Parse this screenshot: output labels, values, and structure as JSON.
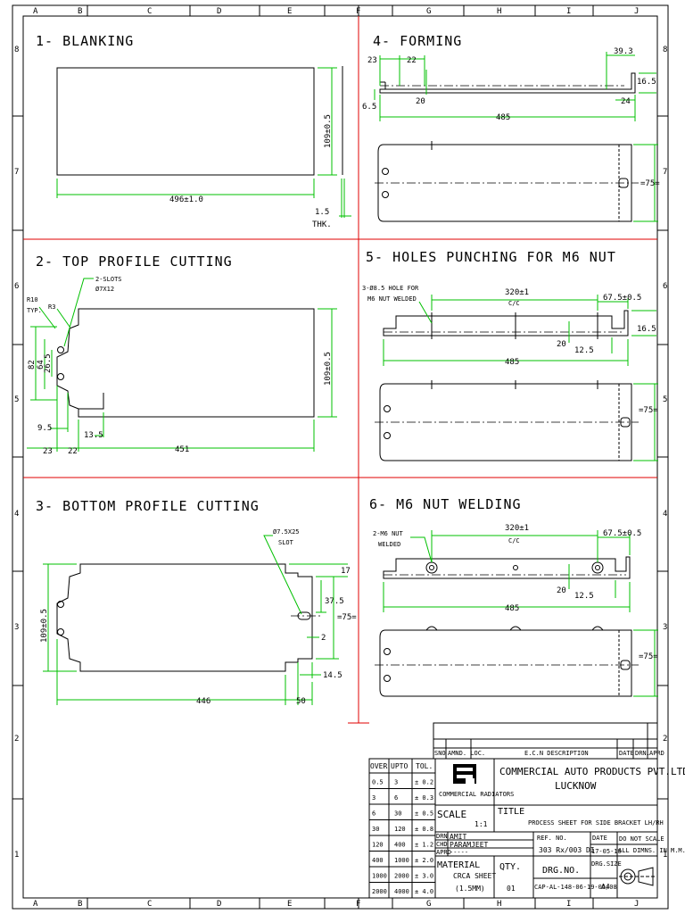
{
  "border": {
    "columns": [
      "A",
      "B",
      "C",
      "D",
      "E",
      "F",
      "G",
      "H",
      "I",
      "J"
    ],
    "rows": [
      "8",
      "7",
      "6",
      "5",
      "4",
      "3",
      "2",
      "1"
    ]
  },
  "steps": [
    {
      "title": "1- BLANKING"
    },
    {
      "title": "2- TOP PROFILE CUTTING"
    },
    {
      "title": "3- BOTTOM PROFILE CUTTING"
    },
    {
      "title": "4- FORMING"
    },
    {
      "title": "5- HOLES PUNCHING FOR M6 NUT"
    },
    {
      "title": "6- M6 NUT WELDING"
    }
  ],
  "blanking": {
    "length": "496±1.0",
    "width": "109±0.5",
    "thk": "1.5",
    "thk_label": "THK."
  },
  "top_profile": {
    "note1": "2-SLOTS",
    "note2": "Ø7X12",
    "r10": "R10",
    "typ": "TYP.",
    "r3": "R3",
    "width": "109±0.5",
    "d82": "82",
    "d64": "64",
    "d26": "26.5",
    "d9": "9.5",
    "d13": "13.5",
    "d23": "23",
    "d22": "22",
    "d451": "451"
  },
  "bottom_profile": {
    "note1": "Ø7.5X25",
    "note2": "SLOT",
    "width": "109±0.5",
    "d17": "17",
    "d37": "37.5",
    "d75": "=75=",
    "d2": "2",
    "d14": "14.5",
    "d446": "446",
    "d50": "50"
  },
  "forming": {
    "d23": "23",
    "d22": "22",
    "d6": "6.5",
    "d20": "20",
    "d39": "39.3",
    "d16": "16.5",
    "d24": "24",
    "d485": "485",
    "d75": "=75="
  },
  "holes": {
    "note1": "3-Ø8.5 HOLE FOR",
    "note2": "M6 NUT WELDED",
    "d320": "320±1",
    "cc": "C/C",
    "d67": "67.5±0.5",
    "d16": "16.5",
    "d20": "20",
    "d12": "12.5",
    "d485": "485",
    "d75": "=75="
  },
  "welding": {
    "note1": "2-M6 NUT",
    "note2": "WELDED",
    "d320": "320±1",
    "cc": "C/C",
    "d67": "67.5±0.5",
    "d20": "20",
    "d12": "12.5",
    "d485": "485",
    "d75": "=75="
  },
  "title_block": {
    "rev_headers": [
      "SNO",
      "AMND. LOC.",
      "E.C.N DESCRIPTION",
      "DATE",
      "DRN.",
      "APRD"
    ],
    "tol_headers": [
      "OVER",
      "UPTO",
      "TOL."
    ],
    "tol_rows": [
      [
        "0.5",
        "3",
        "± 0.2"
      ],
      [
        "3",
        "6",
        "± 0.3"
      ],
      [
        "6",
        "30",
        "± 0.5"
      ],
      [
        "30",
        "120",
        "± 0.8"
      ],
      [
        "120",
        "400",
        "± 1.2"
      ],
      [
        "400",
        "1000",
        "± 2.0"
      ],
      [
        "1000",
        "2000",
        "± 3.0"
      ],
      [
        "2000",
        "4000",
        "± 4.0"
      ]
    ],
    "logo_text": "COMMERCIAL RADIATORS",
    "company1": "COMMERCIAL AUTO PRODUCTS PVT.LTD.",
    "company2": "LUCKNOW",
    "scale_label": "SCALE",
    "scale_value": "1:1",
    "title_label": "TITLE",
    "title_value": "PROCESS SHEET FOR SIDE BRACKET LH/RH",
    "drn": "DRN",
    "drn_name": "AMIT",
    "chd": "CHD",
    "chd_name": "PARAMJEET",
    "aprd": "APRD",
    "aprd_name": "-----",
    "ref_label": "REF. NO.",
    "ref_value": "303 Rx/003 DI",
    "date_label": "DATE",
    "date_value": "17-05-19",
    "no_scale": "DO NOT SCALE",
    "all_dims": "ALL DIMNS. IN M.M.",
    "material_label": "MATERIAL",
    "material_value": "CRCA SHEET",
    "material_thk": "(1.5MM)",
    "qty_label": "QTY.",
    "qty_value": "01",
    "drg_label": "DRG.NO.",
    "drg_value": "CAP-AL-148-06-19-05/08",
    "size_label": "DRG.SIZE",
    "size_value": "A4"
  }
}
